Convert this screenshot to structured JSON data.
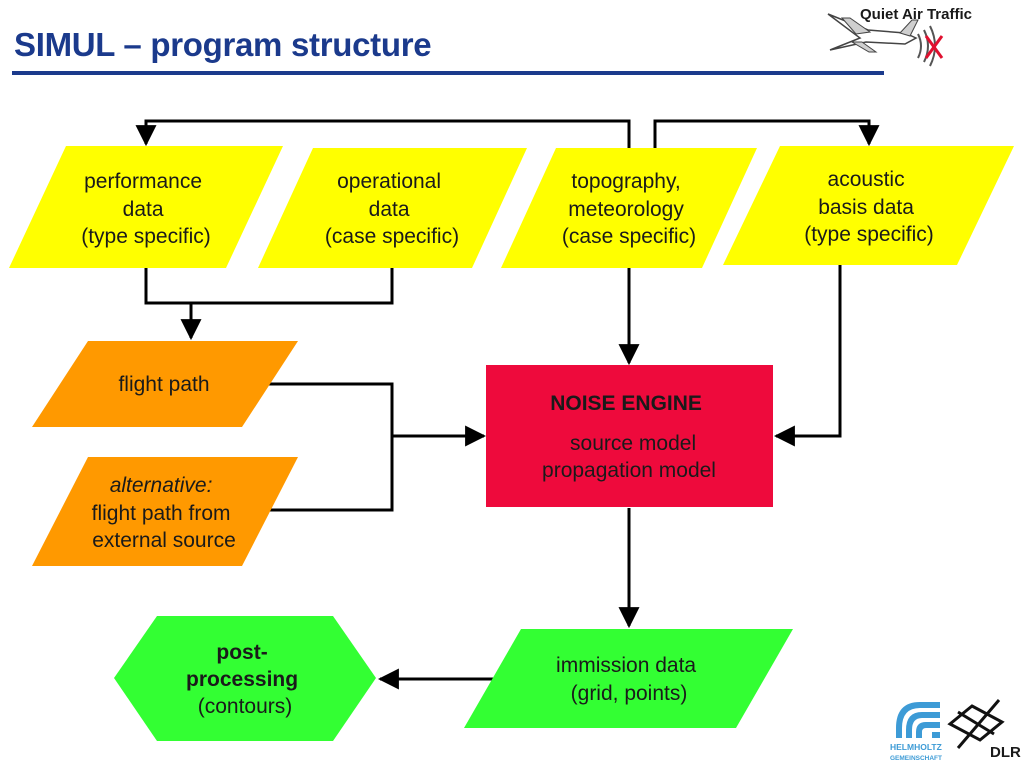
{
  "header": {
    "title": "SIMUL – program structure",
    "brand": "Quiet Air Traffic"
  },
  "nodes": {
    "performance": {
      "lines": [
        "performance",
        "data",
        "(type specific)"
      ]
    },
    "operational": {
      "lines": [
        "operational",
        "data",
        "(case specific)"
      ]
    },
    "topography": {
      "lines": [
        "topography,",
        "meteorology",
        "(case specific)"
      ]
    },
    "acoustic": {
      "lines": [
        "acoustic",
        "basis data",
        "(type specific)"
      ]
    },
    "flight_path": {
      "lines": [
        "flight path"
      ]
    },
    "alternative": {
      "title": "alternative:",
      "lines": [
        "flight path from",
        "external source"
      ]
    },
    "noise_engine": {
      "title": "NOISE ENGINE",
      "lines": [
        "source model",
        "propagation model"
      ]
    },
    "immission": {
      "lines": [
        "immission data",
        "(grid, points)"
      ]
    },
    "post_processing": {
      "title_lines": [
        "post-",
        "processing"
      ],
      "lines": [
        "(contours)"
      ]
    }
  },
  "footer": {
    "helmholtz_logo_text": [
      "HELMHOLTZ",
      "GEMEINSCHAFT"
    ],
    "dlr_label": "DLR"
  },
  "colors": {
    "title": "#1b3a8c",
    "yellow": "#ffff00",
    "orange": "#ff9900",
    "red": "#ee0a3c",
    "green": "#33ff33",
    "line": "#000000",
    "helmholtz_blue": "#3d9bd6"
  }
}
